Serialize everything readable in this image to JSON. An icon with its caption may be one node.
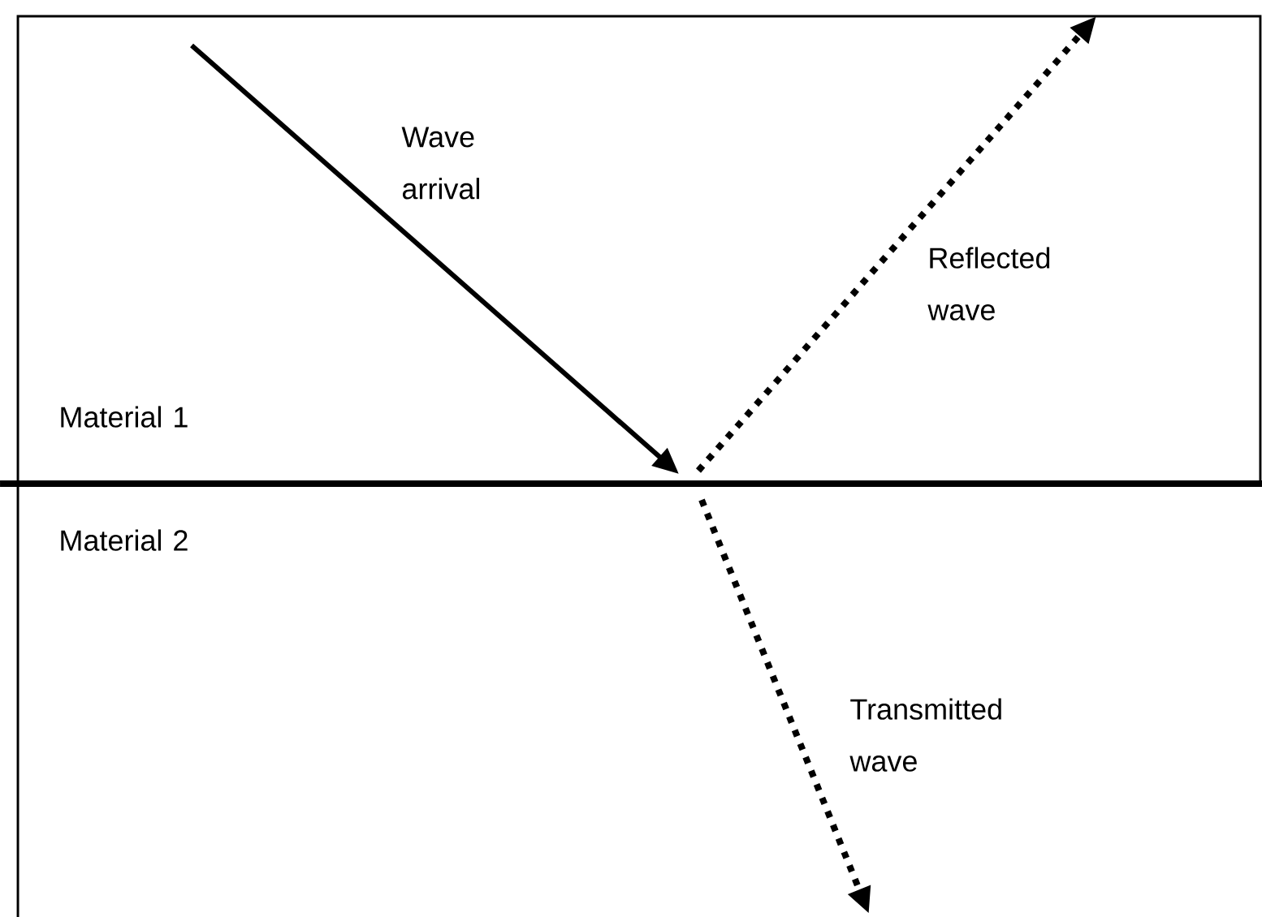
{
  "diagram": {
    "labels": [
      "Wave arrival",
      "Reflected wave",
      "Material 1",
      "Material 2",
      "Transmitted wave"
    ]
  }
}
